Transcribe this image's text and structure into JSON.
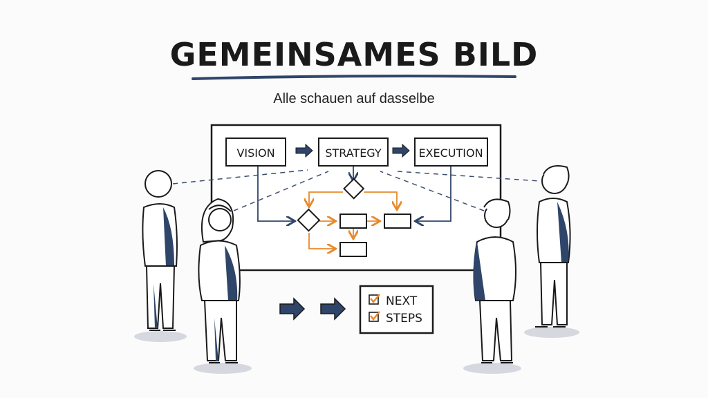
{
  "title": "GEMEINSAMES BILD",
  "subtitle": "Alle schauen auf dasselbe",
  "board": {
    "steps": [
      "VISION",
      "STRATEGY",
      "EXECUTION"
    ]
  },
  "next_steps": {
    "items": [
      "NEXT",
      "STEPS"
    ]
  },
  "colors": {
    "navy": "#2f4569",
    "orange": "#e8892b",
    "ink": "#1a1a1a"
  }
}
